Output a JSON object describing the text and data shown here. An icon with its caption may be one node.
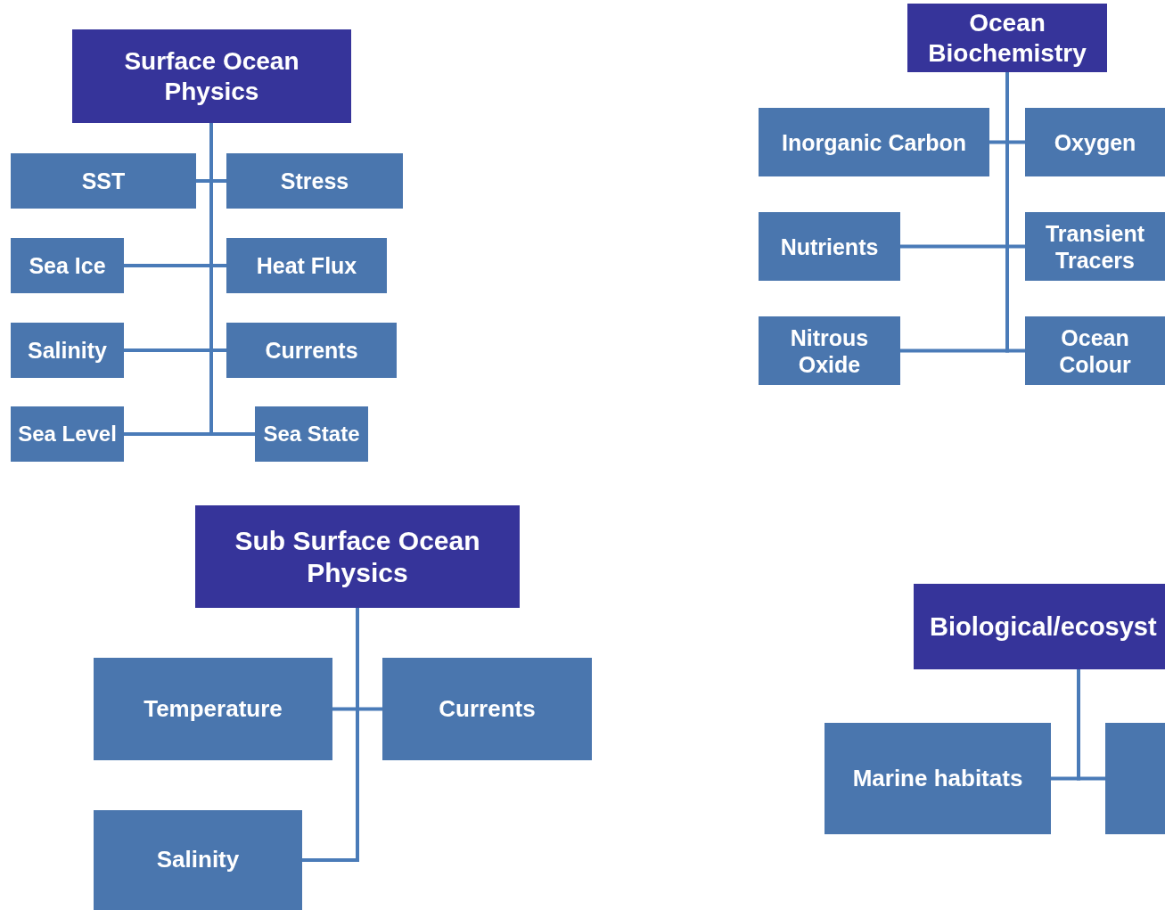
{
  "diagram": {
    "nodes": [
      {
        "text": [
          "Surface Ocean Physics"
        ]
      },
      {
        "text": [
          "SST"
        ]
      },
      {
        "text": [
          "Stress"
        ]
      },
      {
        "text": [
          "Sea Ice"
        ]
      },
      {
        "text": [
          "Heat Flux"
        ]
      },
      {
        "text": [
          "Salinity"
        ]
      },
      {
        "text": [
          "Currents"
        ]
      },
      {
        "text": [
          "Sea Level"
        ]
      },
      {
        "text": [
          "Sea State"
        ]
      },
      {
        "text": [
          "Ocean Biochemistry"
        ]
      },
      {
        "text": [
          "Inorganic Carbon"
        ]
      },
      {
        "text": [
          "Oxygen"
        ]
      },
      {
        "text": [
          "Nutrients"
        ]
      },
      {
        "text": [
          "Transient Tracers"
        ]
      },
      {
        "text": [
          "Nitrous Oxide"
        ]
      },
      {
        "text": [
          "Ocean Colour"
        ]
      },
      {
        "text": [
          "Sub Surface Ocean Physics"
        ]
      },
      {
        "text": [
          "Temperature"
        ]
      },
      {
        "text": [
          "Currents"
        ]
      },
      {
        "text": [
          "Salinity"
        ]
      },
      {
        "text": [
          "Biological/ecosyst"
        ]
      },
      {
        "text": [
          "Marine habitats"
        ]
      },
      {
        "text": [],
        "shape": "box"
      }
    ],
    "edges": [
      {
        "from": 0,
        "to": 1,
        "arrow": "none"
      },
      {
        "from": 0,
        "to": 2,
        "arrow": "none"
      },
      {
        "from": 0,
        "to": 3,
        "arrow": "none"
      },
      {
        "from": 0,
        "to": 4,
        "arrow": "none"
      },
      {
        "from": 0,
        "to": 5,
        "arrow": "none"
      },
      {
        "from": 0,
        "to": 6,
        "arrow": "none"
      },
      {
        "from": 0,
        "to": 7,
        "arrow": "none"
      },
      {
        "from": 0,
        "to": 8,
        "arrow": "none"
      },
      {
        "from": 9,
        "to": 10,
        "arrow": "none"
      },
      {
        "from": 9,
        "to": 11,
        "arrow": "none"
      },
      {
        "from": 9,
        "to": 12,
        "arrow": "none"
      },
      {
        "from": 9,
        "to": 13,
        "arrow": "none"
      },
      {
        "from": 9,
        "to": 14,
        "arrow": "none"
      },
      {
        "from": 9,
        "to": 15,
        "arrow": "none"
      },
      {
        "from": 16,
        "to": 17,
        "arrow": "none"
      },
      {
        "from": 16,
        "to": 18,
        "arrow": "none"
      },
      {
        "from": 16,
        "to": 19,
        "arrow": "none"
      },
      {
        "from": 20,
        "to": 21,
        "arrow": "none"
      },
      {
        "from": 20,
        "to": 22,
        "arrow": "none"
      }
    ]
  }
}
